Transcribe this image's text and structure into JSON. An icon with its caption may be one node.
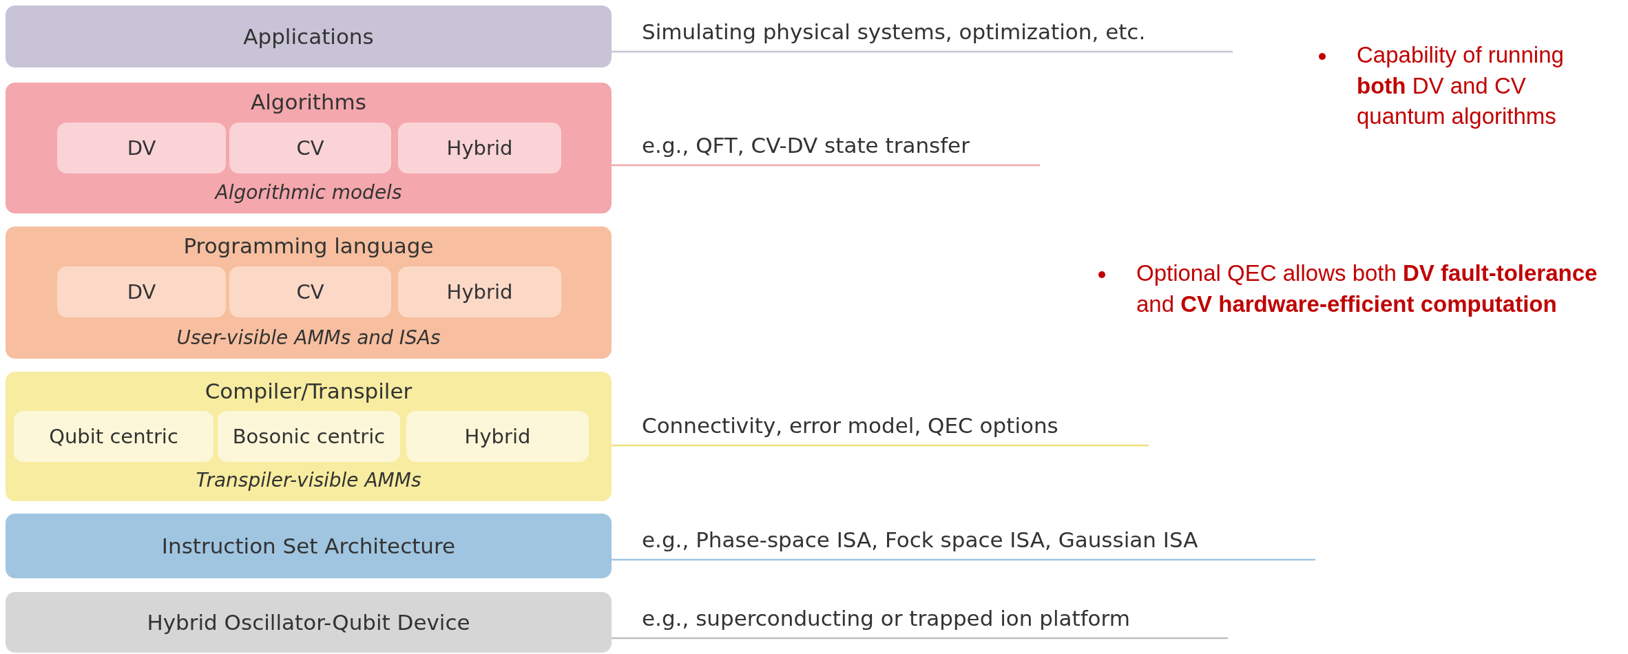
{
  "diagram": {
    "nodes": [
      {
        "text": [
          "Applications"
        ]
      },
      {
        "text": [
          "Algorithms",
          "Algorithmic models"
        ]
      },
      {
        "text": [
          "DV"
        ],
        "in": 1
      },
      {
        "text": [
          "CV"
        ],
        "in": 1
      },
      {
        "text": [
          "Hybrid"
        ],
        "in": 1
      },
      {
        "text": [
          "Programming language",
          "User-visible AMMs and ISAs"
        ]
      },
      {
        "text": [
          "DV"
        ],
        "in": 5
      },
      {
        "text": [
          "CV"
        ],
        "in": 5
      },
      {
        "text": [
          "Hybrid"
        ],
        "in": 5
      },
      {
        "text": [
          "Compiler/Transpiler",
          "Transpiler-visible AMMs"
        ]
      },
      {
        "text": [
          "Qubit centric"
        ],
        "in": 9
      },
      {
        "text": [
          "Bosonic centric"
        ],
        "in": 9
      },
      {
        "text": [
          "Hybrid"
        ],
        "in": 9
      },
      {
        "text": [
          "Instruction Set Architecture"
        ]
      },
      {
        "text": [
          "Hybrid Oscillator-Qubit Device"
        ]
      }
    ],
    "labels": [
      "Simulating physical systems, optimization, etc.",
      "e.g., QFT, CV-DV state transfer",
      "Capability of running **both** DV and CV quantum algorithms",
      "Optional QEC allows both **DV fault-tolerance** and **CV hardware-efficient computation**",
      "Connectivity, error model, QEC options",
      "e.g., Phase-space ISA, Fock space ISA, Gaussian ISA",
      "e.g., superconducting or trapped ion platform"
    ]
  }
}
